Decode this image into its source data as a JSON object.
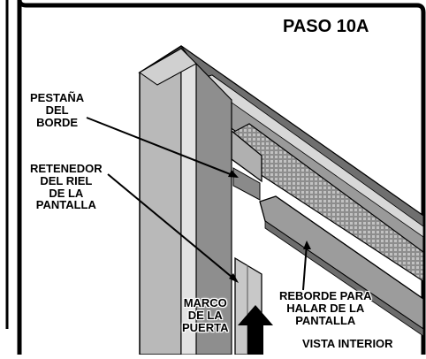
{
  "title": "PASO 10A",
  "labels": {
    "edge_tab": [
      "PESTAÑA",
      "DEL",
      "BORDE"
    ],
    "rail_retainer": [
      "RETENEDOR",
      "DEL RIEL",
      "DE LA",
      "PANTALLA"
    ],
    "door_frame": [
      "MARCO",
      "DE LA",
      "PUERTA"
    ],
    "pull_lip": [
      "REBORDE PARA",
      "HALAR DE LA",
      "PANTALLA"
    ],
    "view_note": "VISTA INTERIOR"
  }
}
